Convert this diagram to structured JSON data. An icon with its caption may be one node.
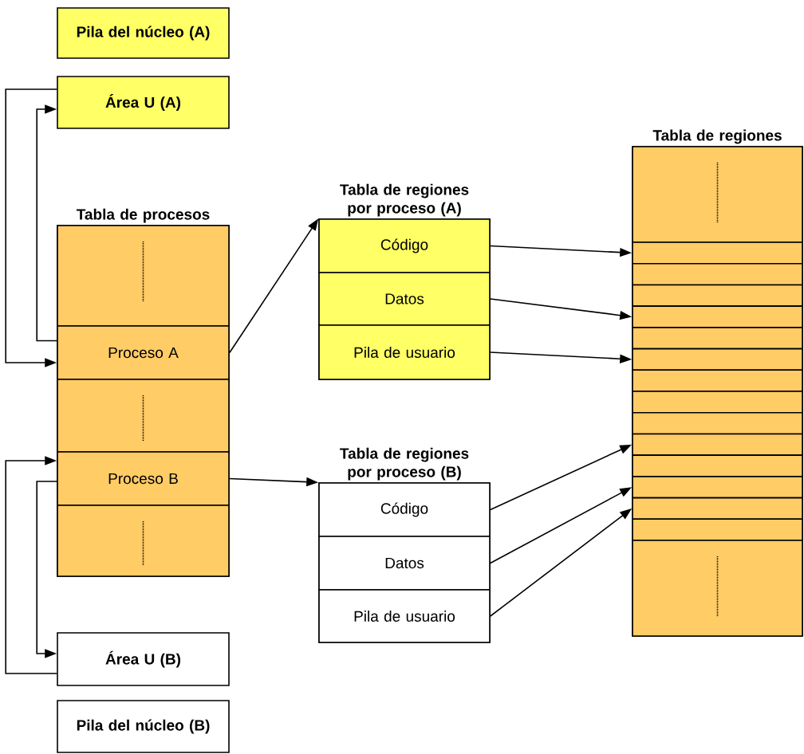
{
  "diagram": {
    "nodes": [
      {
        "text": [
          "Pila del núcleo (A)"
        ]
      },
      {
        "text": [
          "Área U (A)"
        ]
      },
      {
        "text": [
          "Tabla de procesos"
        ]
      },
      {
        "text": [],
        "shape": "box",
        "in": 2
      },
      {
        "text": [
          "Proceso A"
        ],
        "in": 2
      },
      {
        "text": [],
        "shape": "box",
        "in": 2
      },
      {
        "text": [
          "Proceso B"
        ],
        "in": 2
      },
      {
        "text": [],
        "shape": "box",
        "in": 2
      },
      {
        "text": [
          "Área U (B)"
        ]
      },
      {
        "text": [
          "Pila del núcleo (B)"
        ]
      },
      {
        "text": [
          "Tabla de regiones por proceso (A)"
        ]
      },
      {
        "text": [
          "Código"
        ],
        "in": 10
      },
      {
        "text": [
          "Datos"
        ],
        "in": 10
      },
      {
        "text": [
          "Pila de usuario"
        ],
        "in": 10
      },
      {
        "text": [
          "Tabla de regiones por proceso (B)"
        ]
      },
      {
        "text": [
          "Código"
        ],
        "in": 14
      },
      {
        "text": [
          "Datos"
        ],
        "in": 14
      },
      {
        "text": [
          "Pila de usuario"
        ],
        "in": 14
      },
      {
        "text": [
          "Tabla de regiones"
        ]
      },
      {
        "text": [],
        "shape": "box",
        "in": 18
      },
      {
        "text": [],
        "shape": "box",
        "in": 18
      },
      {
        "text": [],
        "shape": "box",
        "in": 18
      },
      {
        "text": [],
        "shape": "box",
        "in": 18
      },
      {
        "text": [],
        "shape": "box",
        "in": 18
      },
      {
        "text": [],
        "shape": "box",
        "in": 18
      },
      {
        "text": [],
        "shape": "box",
        "in": 18
      },
      {
        "text": [],
        "shape": "box",
        "in": 18
      },
      {
        "text": [],
        "shape": "box",
        "in": 18
      },
      {
        "text": [],
        "shape": "box",
        "in": 18
      },
      {
        "text": [],
        "shape": "box",
        "in": 18
      },
      {
        "text": [],
        "shape": "box",
        "in": 18
      },
      {
        "text": [],
        "shape": "box",
        "in": 18
      },
      {
        "text": [],
        "shape": "box",
        "in": 18
      },
      {
        "text": [],
        "shape": "box",
        "in": 18
      },
      {
        "text": [],
        "shape": "box",
        "in": 18
      }
    ],
    "edges": [
      {
        "from": 4,
        "to": 1,
        "arrow": "to"
      },
      {
        "from": 1,
        "to": 4,
        "arrow": "to"
      },
      {
        "from": 8,
        "to": 6,
        "arrow": "to"
      },
      {
        "from": 6,
        "to": 8,
        "arrow": "to"
      },
      {
        "from": 4,
        "to": 10,
        "arrow": "to"
      },
      {
        "from": 6,
        "to": 14,
        "arrow": "to"
      },
      {
        "from": 11,
        "to": 20,
        "arrow": "to"
      },
      {
        "from": 12,
        "to": 23,
        "arrow": "to"
      },
      {
        "from": 13,
        "to": 25,
        "arrow": "to"
      },
      {
        "from": 15,
        "to": 29,
        "arrow": "to"
      },
      {
        "from": 16,
        "to": 31,
        "arrow": "to"
      },
      {
        "from": 17,
        "to": 32,
        "arrow": "to"
      }
    ]
  }
}
